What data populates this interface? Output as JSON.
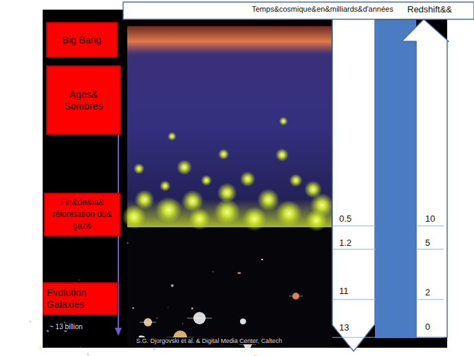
{
  "diagram": {
    "nodes": [
      {
        "text": [
          "Temps&cosmique&en&milliards&d'années",
          "Redshift&&"
        ]
      },
      {
        "text": [
          "Big Bang"
        ]
      },
      {
        "text": [
          "Ages& Sombres"
        ]
      },
      {
        "text": [
          "Fin&de&la& réionisation du& gaz&"
        ]
      },
      {
        "text": [
          "Evolution Galaxies"
        ]
      },
      {
        "text": [
          "0.5",
          "1.2",
          "11",
          "13"
        ]
      },
      {
        "text": [
          "10",
          "5",
          "2",
          "0"
        ]
      }
    ],
    "labels": [
      "~ 13 billion",
      "S.G. Djorgovski et al. & Digital Media Center, Caltech"
    ]
  }
}
